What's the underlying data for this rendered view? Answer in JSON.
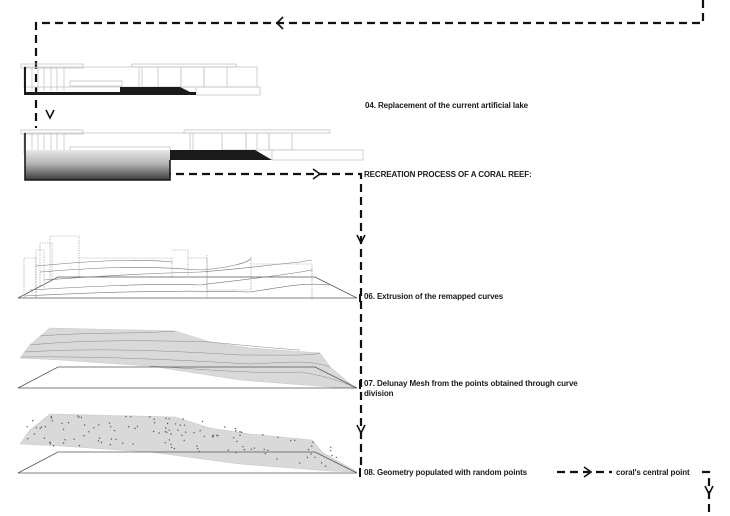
{
  "title": "Recreation process of a coral reef",
  "steps": {
    "step04": {
      "label": "04. Replacement of the current artificial lake"
    },
    "heading": {
      "label": "RECREATION PROCESS OF A CORAL REEF:"
    },
    "step06": {
      "label": "06. Extrusion of the remapped curves"
    },
    "step07": {
      "label": "07. Delunay Mesh from the points obtained through curve division"
    },
    "step08": {
      "label": "08. Geometry populated with random points"
    },
    "next": {
      "label": "coral's central point"
    }
  },
  "colors": {
    "ink": "#1a1a1a",
    "line": "#bdbdbd",
    "mesh_fill": "#d9d9d9",
    "arrow": "#111111"
  }
}
